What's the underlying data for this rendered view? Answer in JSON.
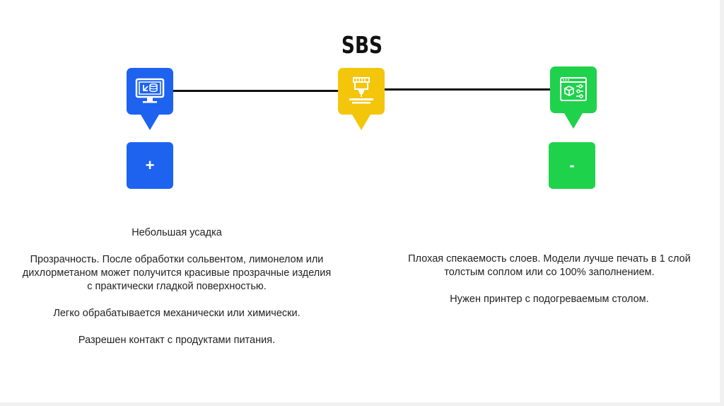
{
  "title": "SBS",
  "icons": [
    {
      "name": "computer-monitor-icon",
      "color": "#1e63f0"
    },
    {
      "name": "3d-printer-nozzle-icon",
      "color": "#f4c60b"
    },
    {
      "name": "browser-settings-cube-icon",
      "color": "#1fd24c"
    }
  ],
  "pros": {
    "sign": "+",
    "lines": [
      "Небольшая усадка",
      "Прозрачность. После обработки сольвентом, лимонелом или дихлорметаном может получится красивые прозрачные изделия с практически гладкой поверхностью.",
      "Легко обрабатывается механически или химически.",
      "Разрешен контакт с продуктами питания."
    ]
  },
  "cons": {
    "sign": "-",
    "lines": [
      "Плохая спекаемость слоев. Модели лучше печать в 1 слой толстым соплом или со 100% заполнением.",
      "Нужен принтер с подогреваемым столом."
    ]
  }
}
